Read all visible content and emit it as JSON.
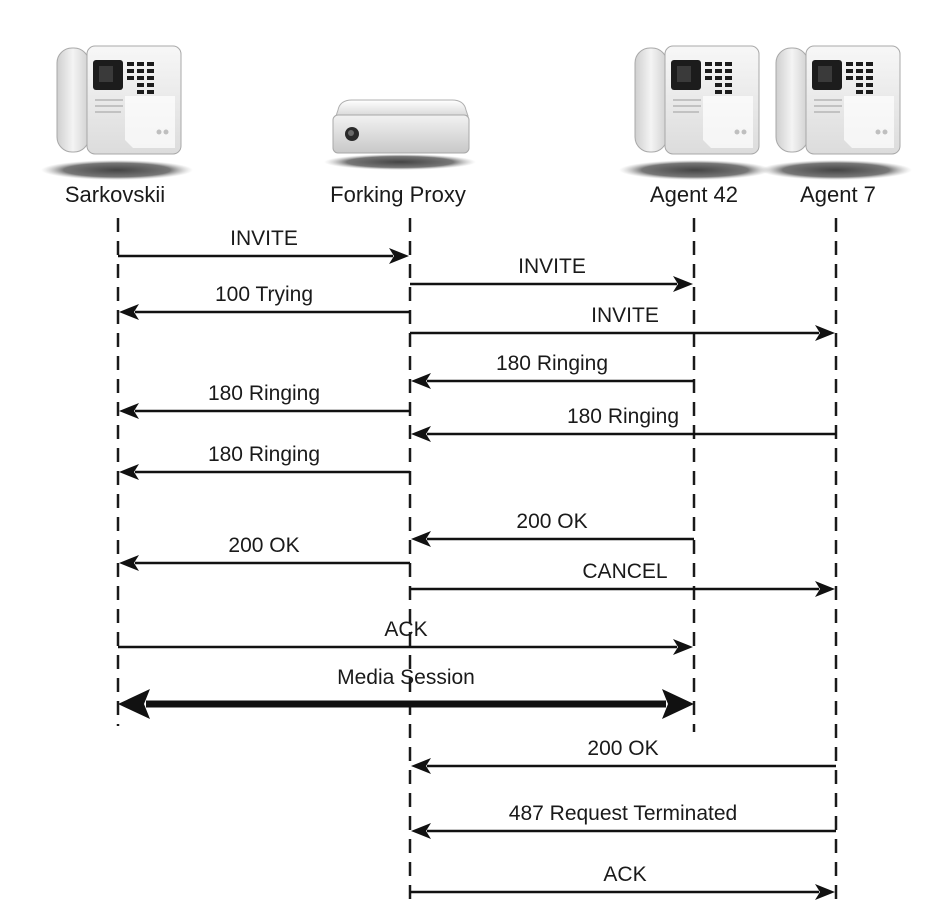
{
  "diagram": {
    "type": "sip-sequence-diagram",
    "participants": [
      {
        "id": "sarkovskii",
        "name": "Sarkovskii",
        "icon": "desk-phone-icon"
      },
      {
        "id": "proxy",
        "name": "Forking Proxy",
        "icon": "proxy-server-icon"
      },
      {
        "id": "agent42",
        "name": "Agent 42",
        "icon": "desk-phone-icon"
      },
      {
        "id": "agent7",
        "name": "Agent 7",
        "icon": "desk-phone-icon"
      }
    ],
    "messages": [
      {
        "label": "INVITE",
        "from": "sarkovskii",
        "to": "proxy"
      },
      {
        "label": "INVITE",
        "from": "proxy",
        "to": "agent42"
      },
      {
        "label": "100 Trying",
        "from": "proxy",
        "to": "sarkovskii"
      },
      {
        "label": "INVITE",
        "from": "proxy",
        "to": "agent7"
      },
      {
        "label": "180 Ringing",
        "from": "agent42",
        "to": "proxy"
      },
      {
        "label": "180 Ringing",
        "from": "proxy",
        "to": "sarkovskii"
      },
      {
        "label": "180 Ringing",
        "from": "agent7",
        "to": "proxy"
      },
      {
        "label": "180 Ringing",
        "from": "proxy",
        "to": "sarkovskii"
      },
      {
        "label": "200 OK",
        "from": "agent42",
        "to": "proxy"
      },
      {
        "label": "200 OK",
        "from": "proxy",
        "to": "sarkovskii"
      },
      {
        "label": "CANCEL",
        "from": "proxy",
        "to": "agent7"
      },
      {
        "label": "ACK",
        "from": "sarkovskii",
        "to": "agent42"
      },
      {
        "label": "Media Session",
        "from": "sarkovskii",
        "to": "agent42",
        "bidirectional": true
      },
      {
        "label": "200 OK",
        "from": "agent7",
        "to": "proxy"
      },
      {
        "label": "487 Request Terminated",
        "from": "agent7",
        "to": "proxy"
      },
      {
        "label": "ACK",
        "from": "proxy",
        "to": "agent7"
      }
    ]
  }
}
